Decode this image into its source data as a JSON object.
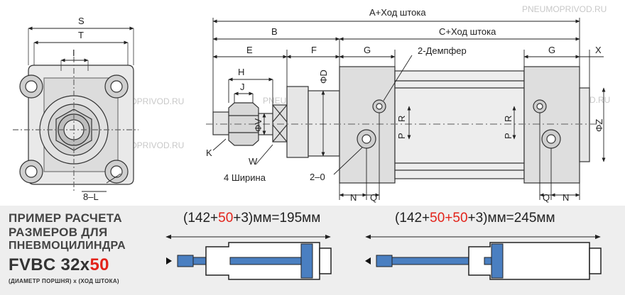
{
  "watermark": "PNEUMOPRIVOD.RU",
  "front_view": {
    "labels": {
      "S": "S",
      "T": "T",
      "I": "I",
      "holes": "8–L"
    }
  },
  "side_view": {
    "labels": {
      "total": "A+Ход штока",
      "B": "B",
      "C": "C+Ход штока",
      "E": "E",
      "F": "F",
      "G_left": "G",
      "G_right": "G",
      "X": "X",
      "H": "H",
      "J": "J",
      "K": "K",
      "W": "W",
      "width": "4 Ширина",
      "D": "ΦD",
      "V": "ΦV",
      "Z": "ΦZ",
      "damper": "2-Демпфер",
      "port": "2–0",
      "P_left": "P",
      "R_left": "R",
      "P_right": "P",
      "R_right": "R",
      "N_left": "N",
      "Q_left": "Q",
      "Q_right": "Q",
      "N_right": "N"
    }
  },
  "example": {
    "line1": "ПРИМЕР РАСЧЕТА",
    "line2": "РАЗМЕРОВ ДЛЯ",
    "line3": "ПНЕВМОЦИЛИНДРА",
    "model_prefix": "FVBC 32x",
    "model_stroke": "50",
    "subtitle": "(ДИАМЕТР ПОРШНЯ) х (ХОД ШТОКА)",
    "formula1": {
      "open": "(142+",
      "s1": "50",
      "close": "+3)мм=195мм"
    },
    "formula2": {
      "open": "(142+",
      "s1": "50",
      "plus": "+",
      "s2": "50",
      "close": "+3)мм=245мм"
    }
  }
}
